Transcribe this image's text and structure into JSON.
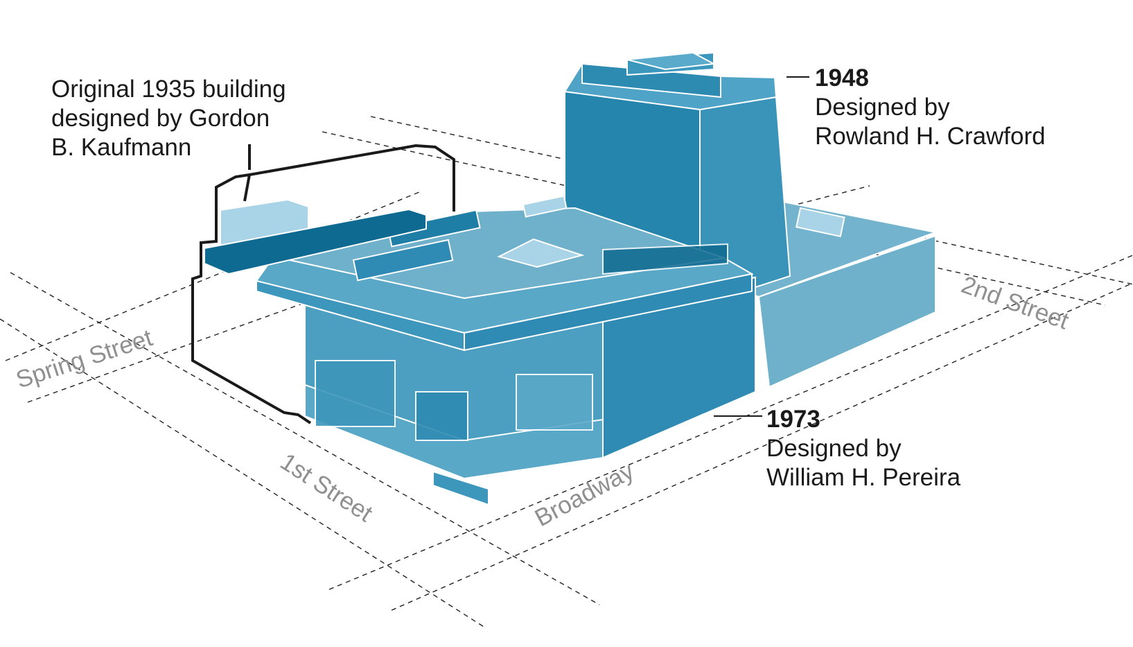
{
  "original": {
    "lines": [
      "Original 1935 building",
      "designed by Gordon",
      "B. Kaufmann"
    ]
  },
  "addition_1948": {
    "year": "1948",
    "lines": [
      "Designed by",
      "Rowland H. Crawford"
    ]
  },
  "addition_1973": {
    "year": "1973",
    "lines": [
      "Designed by",
      "William H. Pereira"
    ]
  },
  "streets": {
    "spring": "Spring Street",
    "first": "1st Street",
    "broadway": "Broadway",
    "second": "2nd Street"
  },
  "colors": {
    "tower_1948": "#1f7ea6",
    "addition_1973": "#3d96bb",
    "dark_blue": "#0f6a91",
    "light_blue": "#a9d3e6",
    "outline_1935": "#1a1a1a",
    "street_label": "#8f8f8f"
  }
}
